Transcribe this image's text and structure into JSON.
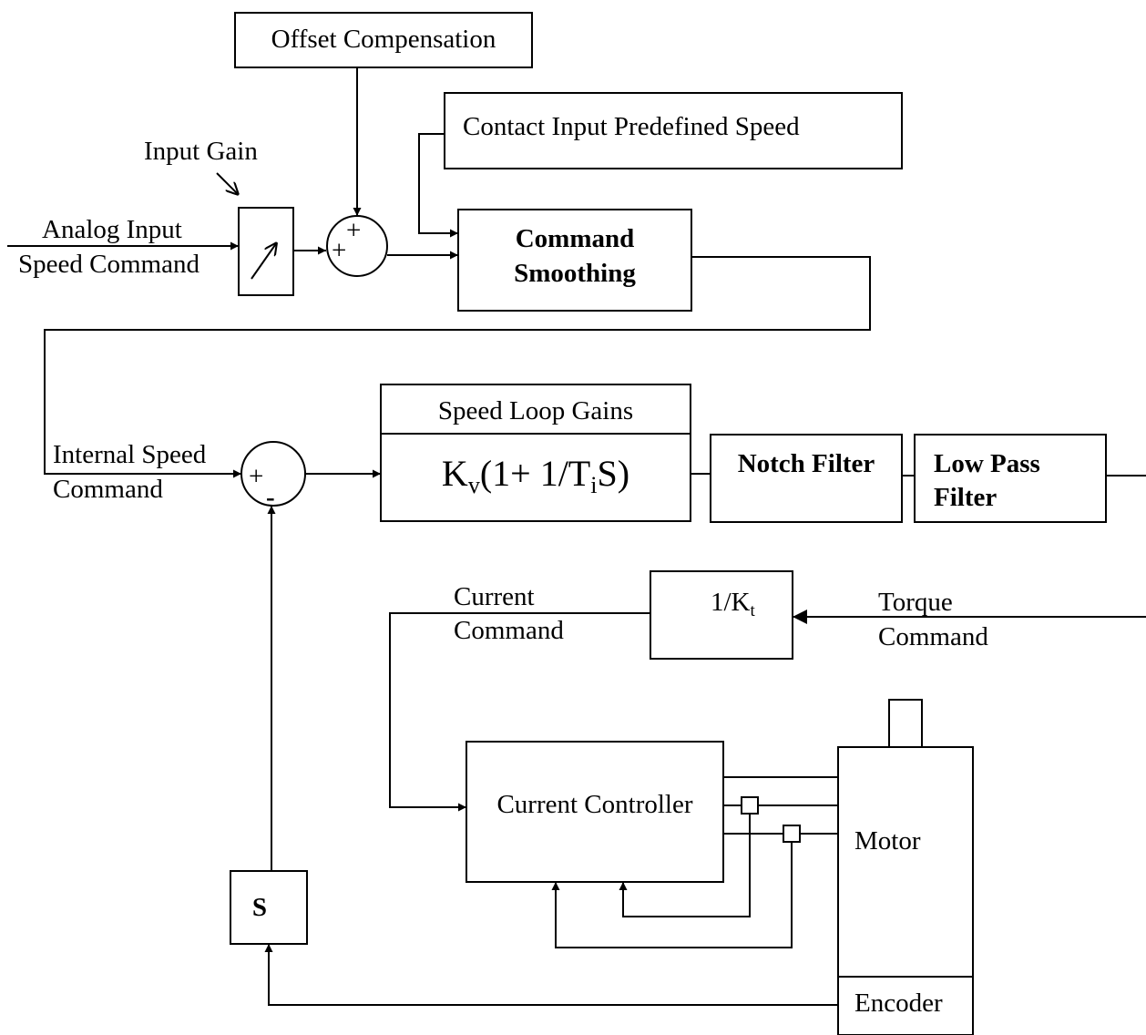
{
  "blocks": {
    "offset_compensation": "Offset Compensation",
    "contact_input": "Contact Input Predefined Speed",
    "command_smoothing_1": "Command",
    "command_smoothing_2": "Smoothing",
    "speed_loop_gains": "Speed Loop Gains",
    "notch_filter": "Notch Filter",
    "low_pass_1": "Low Pass",
    "low_pass_2": "Filter",
    "inv_kt": "1/K",
    "inv_kt_sub": "t",
    "current_controller": "Current Controller",
    "motor": "Motor",
    "encoder": "Encoder",
    "differentiator": "S"
  },
  "formula": {
    "k": "K",
    "k_sub": "v",
    "mid": "(1+ 1/T",
    "t_sub": "i",
    "end": "S)"
  },
  "labels": {
    "input_gain": "Input Gain",
    "analog_input_1": "Analog Input",
    "analog_input_2": "Speed Command",
    "internal_speed_1": "Internal Speed",
    "internal_speed_2": "Command",
    "current_command_1": "Current",
    "current_command_2": "Command",
    "torque_command_1": "Torque",
    "torque_command_2": "Command"
  },
  "signs": {
    "plus": "+",
    "minus": "-"
  }
}
